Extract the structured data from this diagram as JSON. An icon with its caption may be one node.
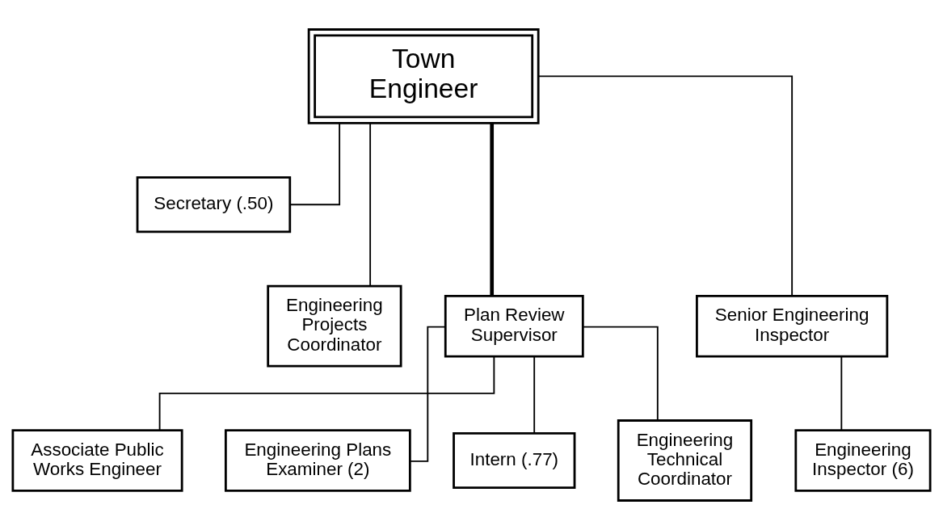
{
  "diagram": {
    "nodes": [
      {
        "text": [
          "Town Engineer"
        ]
      },
      {
        "text": [
          "Secretary (.50)"
        ]
      },
      {
        "text": [
          "Engineering Projects Coordinator"
        ]
      },
      {
        "text": [
          "Plan Review Supervisor"
        ]
      },
      {
        "text": [
          "Senior Engineering Inspector"
        ]
      },
      {
        "text": [
          "Engineering Inspector (6)"
        ]
      },
      {
        "text": [
          "Associate Public Works Engineer"
        ]
      },
      {
        "text": [
          "Engineering Plans Examiner (2)"
        ]
      },
      {
        "text": [
          "Intern (.77)"
        ]
      },
      {
        "text": [
          "Engineering Technical Coordinator"
        ]
      }
    ],
    "edges": [
      {
        "from": 0,
        "to": 1,
        "arrow": "none"
      },
      {
        "from": 0,
        "to": 2,
        "arrow": "none"
      },
      {
        "from": 0,
        "to": 3,
        "arrow": "none",
        "style": "thick"
      },
      {
        "from": 0,
        "to": 4,
        "arrow": "none"
      },
      {
        "from": 4,
        "to": 5,
        "arrow": "none"
      },
      {
        "from": 3,
        "to": 6,
        "arrow": "none"
      },
      {
        "from": 3,
        "to": 7,
        "arrow": "none"
      },
      {
        "from": 3,
        "to": 8,
        "arrow": "none"
      },
      {
        "from": 3,
        "to": 9,
        "arrow": "none"
      }
    ]
  }
}
